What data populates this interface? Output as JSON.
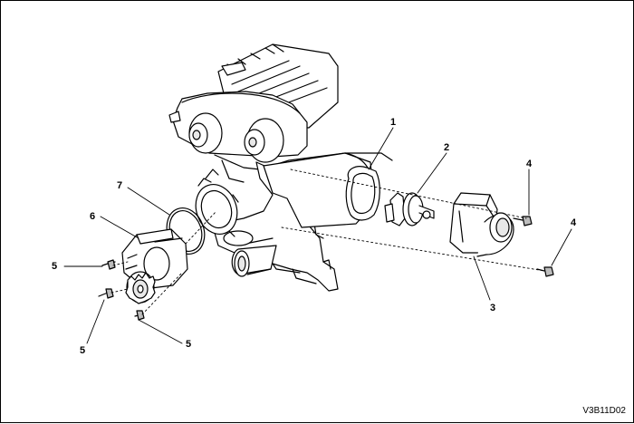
{
  "callouts": {
    "c1": "1",
    "c2": "2",
    "c3": "3",
    "c4a": "4",
    "c4b": "4",
    "c5a": "5",
    "c5b": "5",
    "c5c": "5",
    "c6": "6",
    "c7": "7"
  },
  "figure_code": "V3B11D02",
  "colors": {
    "line": "#000000",
    "fill": "#ffffff",
    "shade": "#e8e8e8",
    "dark": "#bdbdbd"
  }
}
